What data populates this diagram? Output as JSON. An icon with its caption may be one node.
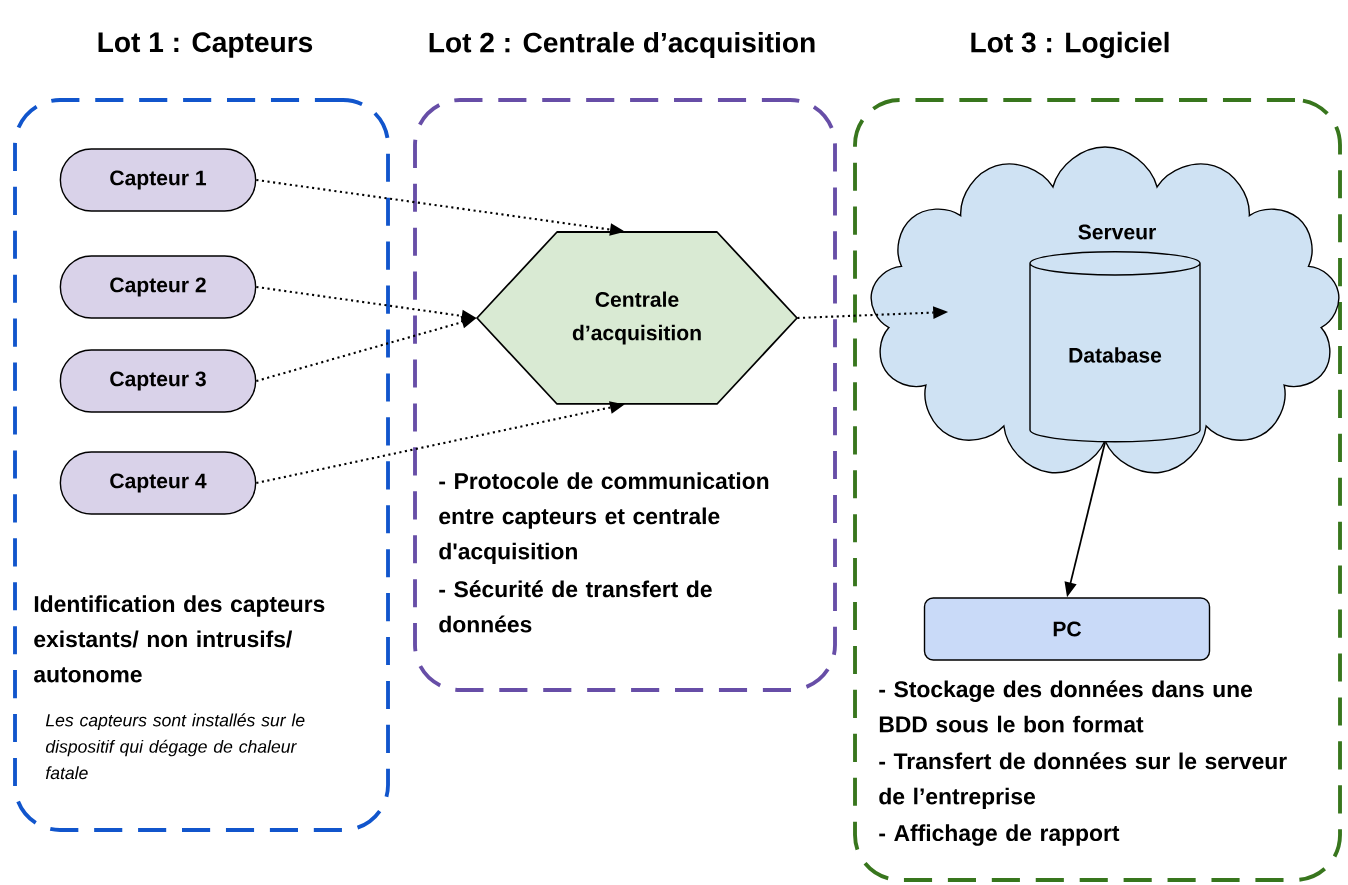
{
  "diagram": {
    "nodes": [
      {
        "text": [
          "Lot 1 : Capteurs",
          "Identification des capteurs existants/ non intrusifs/ autonome",
          "Les capteurs sont installés sur le dispositif qui dégage de chaleur fatale"
        ]
      },
      {
        "text": [
          "Capteur 1"
        ],
        "in": 0
      },
      {
        "text": [
          "Capteur 2"
        ],
        "in": 0
      },
      {
        "text": [
          "Capteur 3"
        ],
        "in": 0
      },
      {
        "text": [
          "Capteur 4"
        ],
        "in": 0
      },
      {
        "text": [
          "Lot 2 : Centrale d’acquisition",
          "- Protocole de communication entre capteurs et centrale d'acquisition",
          "- Sécurité de transfert de données"
        ]
      },
      {
        "text": [
          "Centrale d’acquisition"
        ],
        "in": 5
      },
      {
        "text": [
          "Lot 3 : Logiciel",
          "- Stockage des données dans une BDD sous le bon format",
          "- Transfert de données sur le serveur de l’entreprise",
          "- Affichage de rapport"
        ]
      },
      {
        "text": [
          "Serveur"
        ],
        "in": 7
      },
      {
        "text": [
          "Database"
        ],
        "in": 8
      },
      {
        "text": [
          "PC"
        ],
        "in": 7
      }
    ],
    "edges": [
      {
        "from": 1,
        "to": 6,
        "arrow": "to",
        "style": "dashed"
      },
      {
        "from": 2,
        "to": 6,
        "arrow": "to",
        "style": "dashed"
      },
      {
        "from": 3,
        "to": 6,
        "arrow": "to",
        "style": "dashed"
      },
      {
        "from": 4,
        "to": 6,
        "arrow": "to",
        "style": "dashed"
      },
      {
        "from": 6,
        "to": 8,
        "arrow": "to",
        "style": "dashed"
      },
      {
        "from": 8,
        "to": 10,
        "arrow": "to"
      }
    ]
  }
}
